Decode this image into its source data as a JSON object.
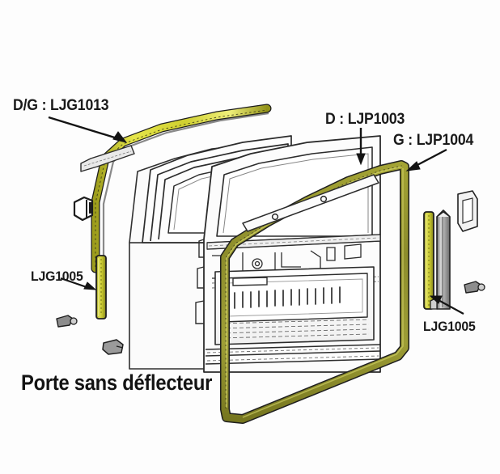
{
  "diagram": {
    "title": "Porte sans déflecteur",
    "background_color": "#fdfdfd",
    "line_color": "#2b2b2b",
    "seal_color_bright": "#d8d830",
    "seal_color_olive": "#8f8f30",
    "seal_color_mid": "#b5b53a",
    "metal_color": "#8a8a8a",
    "labels": {
      "upper_left": "D/G : LJG1013",
      "upper_right_d": "D : LJP1003",
      "upper_right_g": "G : LJP1004",
      "left_strip": "LJG1005",
      "right_strip": "LJG1005"
    },
    "parts": [
      {
        "ref": "LJG1013",
        "side": "D/G",
        "name": "upper-window-frame-seal"
      },
      {
        "ref": "LJP1003",
        "side": "D",
        "name": "door-body-seal-right"
      },
      {
        "ref": "LJP1004",
        "side": "G",
        "name": "door-body-seal-left"
      },
      {
        "ref": "LJG1005",
        "side": "",
        "name": "vertical-channel-seal-left"
      },
      {
        "ref": "LJG1005",
        "side": "",
        "name": "vertical-channel-seal-right"
      }
    ]
  }
}
